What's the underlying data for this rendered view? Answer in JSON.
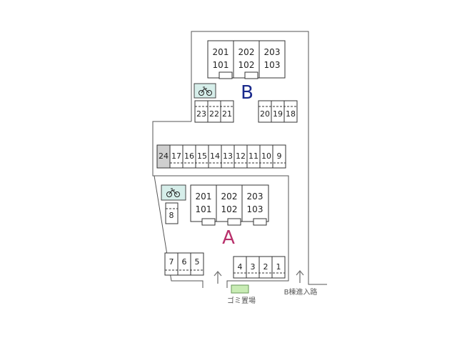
{
  "building_b": {
    "name": "B",
    "color": "#1a2a8c",
    "units_upper": [
      "201",
      "202",
      "203"
    ],
    "units_lower": [
      "101",
      "102",
      "103"
    ]
  },
  "building_a": {
    "name": "A",
    "color": "#b8306b",
    "units_upper": [
      "201",
      "202",
      "203"
    ],
    "units_lower": [
      "101",
      "102",
      "103"
    ]
  },
  "parking": {
    "b_row": [
      "23",
      "22",
      "21",
      "20",
      "19",
      "18"
    ],
    "middle_row": [
      "24",
      "17",
      "16",
      "15",
      "14",
      "13",
      "12",
      "11",
      "10",
      "9"
    ],
    "single": "8",
    "lower_left": [
      "7",
      "6",
      "5"
    ],
    "lower_right": [
      "4",
      "3",
      "2",
      "1"
    ],
    "highlighted_slot": "24",
    "highlight_color": "#cfcfcf"
  },
  "icons": {
    "bicycle": "bicycle-icon",
    "arrow": "arrow-up-icon",
    "bicycle_box_color": "#d6eeea"
  },
  "labels": {
    "garbage": "ゴミ置場",
    "b_entrance": "B棟進入路"
  },
  "colors": {
    "garbage_box": "#c8ecb4",
    "outline": "#555555"
  }
}
